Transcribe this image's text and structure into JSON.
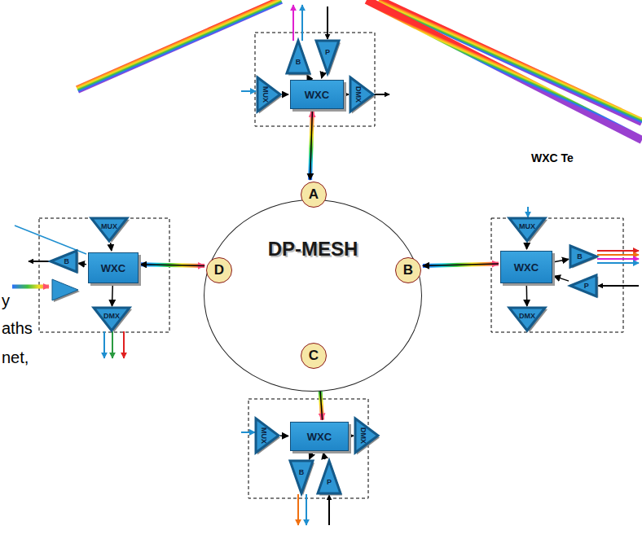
{
  "diagram": {
    "nodes": [
      {
        "text": [
          "B"
        ]
      },
      {
        "text": [
          "P"
        ]
      },
      {
        "text": [
          "MUX"
        ]
      },
      {
        "text": [
          "WXC"
        ]
      },
      {
        "text": [
          "DMX"
        ]
      },
      {
        "text": [
          "MUX"
        ]
      },
      {
        "text": [
          "B"
        ]
      },
      {
        "text": [
          "WXC"
        ]
      },
      {
        "text": [
          "DMX"
        ]
      },
      {
        "text": [
          "DP-MESH"
        ]
      },
      {
        "text": [
          "A"
        ],
        "in": 9
      },
      {
        "text": [
          "D"
        ],
        "in": 9
      },
      {
        "text": [
          "B"
        ],
        "in": 9
      },
      {
        "text": [
          "C"
        ],
        "in": 9
      },
      {
        "text": [
          "MUX"
        ]
      },
      {
        "text": [
          "WXC"
        ]
      },
      {
        "text": [
          "B"
        ]
      },
      {
        "text": [
          "P"
        ]
      },
      {
        "text": [
          "DMX"
        ]
      },
      {
        "text": [
          "MUX"
        ]
      },
      {
        "text": [
          "WXC"
        ]
      },
      {
        "text": [
          "DMX"
        ]
      },
      {
        "text": [
          "B"
        ]
      },
      {
        "text": [
          "P"
        ]
      }
    ],
    "edges": [
      {
        "from": 11,
        "to": 10,
        "arrow": "to"
      },
      {
        "from": 11,
        "to": 12,
        "arrow": "to"
      },
      {
        "from": 11,
        "to": 13,
        "arrow": "to"
      },
      {
        "from": 10,
        "to": 3,
        "arrow": "to"
      },
      {
        "from": 3,
        "to": 10,
        "arrow": "to"
      },
      {
        "from": 12,
        "to": 15,
        "arrow": "to"
      },
      {
        "from": 15,
        "to": 12,
        "arrow": "to"
      },
      {
        "from": 13,
        "to": 20,
        "arrow": "to"
      },
      {
        "from": 20,
        "to": 13,
        "arrow": "to"
      },
      {
        "from": 7,
        "to": 11,
        "arrow": "to"
      },
      {
        "from": 11,
        "to": 7,
        "arrow": "to"
      },
      {
        "from": 2,
        "to": 3,
        "arrow": "to"
      },
      {
        "from": 3,
        "to": 4,
        "arrow": "to"
      },
      {
        "from": 3,
        "to": 0,
        "arrow": "to"
      },
      {
        "from": 1,
        "to": 3,
        "arrow": "to"
      },
      {
        "from": 5,
        "to": 7,
        "arrow": "to"
      },
      {
        "from": 7,
        "to": 8,
        "arrow": "to"
      },
      {
        "from": 7,
        "to": 6,
        "arrow": "to"
      },
      {
        "from": 14,
        "to": 15,
        "arrow": "to"
      },
      {
        "from": 15,
        "to": 18,
        "arrow": "to"
      },
      {
        "from": 15,
        "to": 16,
        "arrow": "to"
      },
      {
        "from": 17,
        "to": 15,
        "arrow": "to"
      },
      {
        "from": 19,
        "to": 20,
        "arrow": "to"
      },
      {
        "from": 20,
        "to": 21,
        "arrow": "to"
      },
      {
        "from": 20,
        "to": 22,
        "arrow": "to"
      },
      {
        "from": 23,
        "to": 20,
        "arrow": "to"
      }
    ],
    "labels": [
      "WXC Te",
      "y",
      "aths",
      "net,"
    ]
  }
}
